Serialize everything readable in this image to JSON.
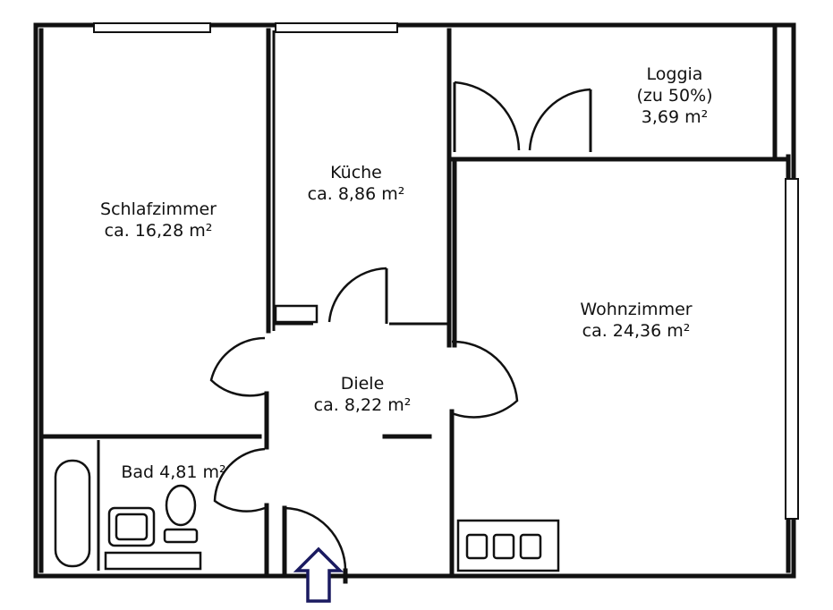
{
  "rooms": {
    "schlafzimmer": {
      "name": "Schlafzimmer",
      "area": "ca. 16,28 m²"
    },
    "kueche": {
      "name": "Küche",
      "area": "ca. 8,86 m²"
    },
    "loggia": {
      "name": "Loggia",
      "note": "(zu 50%)",
      "area": "3,69 m²"
    },
    "wohnzimmer": {
      "name": "Wohnzimmer",
      "area": "ca. 24,36 m²"
    },
    "diele": {
      "name": "Diele",
      "area": "ca. 8,22 m²"
    },
    "bad": {
      "label": "Bad 4,81 m²"
    }
  },
  "colors": {
    "line": "#111111",
    "background": "#ffffff",
    "arrow": "#1a1a60"
  }
}
